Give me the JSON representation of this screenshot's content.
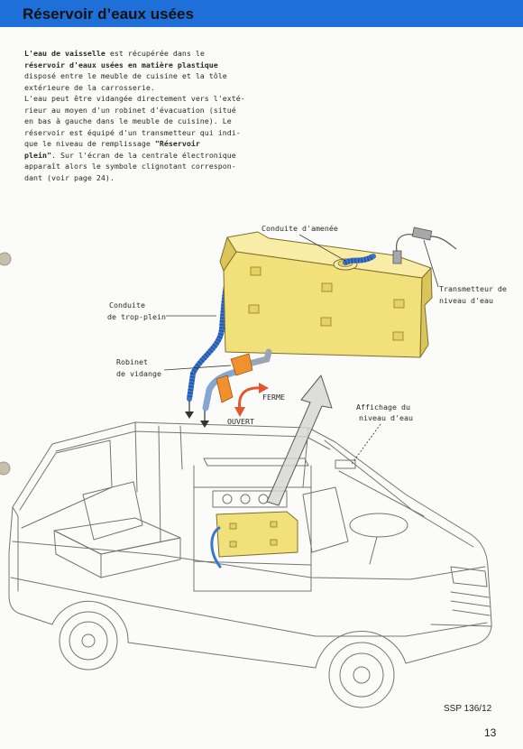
{
  "page": {
    "title": "Réservoir d’eaux usées",
    "reference": "SSP 136/12",
    "page_number": "13"
  },
  "intro": {
    "lines": [
      [
        "L'eau de vaisselle",
        " est récupérée dans le"
      ],
      [
        "réservoir d'eaux usées en matière plastique"
      ],
      [
        "disposé entre le meuble de cuisine et la tôle"
      ],
      [
        "extérieure de la carrosserie."
      ],
      [
        "L'eau peut être vidangée directement vers l'exté-"
      ],
      [
        "rieur au moyen d'un robinet d'évacuation (situé"
      ],
      [
        "en bas à gauche dans le meuble de cuisine). Le"
      ],
      [
        "réservoir est équipé d'un transmetteur qui indi-"
      ],
      [
        "que le niveau de remplissage ",
        "\"Réservoir"
      ],
      [
        "plein\"",
        ". Sur l'écran de la centrale électronique"
      ],
      [
        "apparaît alors le symbole clignotant correspon-"
      ],
      [
        "dant (voir page 24)."
      ]
    ]
  },
  "figure": {
    "labels": {
      "supply_line": "Conduite d'amenée",
      "level_sender": [
        "Transmetteur de",
        "niveau d'eau"
      ],
      "overflow_line": [
        "Conduite",
        "de trop-plein"
      ],
      "drain_valve": [
        "Robinet",
        "de vidange"
      ],
      "closed": "FERME",
      "open": "OUVERT",
      "level_display": [
        "Affichage du",
        "niveau d'eau"
      ]
    },
    "colors": {
      "header": "#1f6fd8",
      "tank": "#f2e07a",
      "tank_top": "#f8eca6",
      "tank_side": "#d9c55a",
      "hose": "#3b74cc",
      "valve": "#f0912e",
      "motion_arrow": "#e4572e",
      "pointer_arrow": "#d6d6d6"
    },
    "icons": [
      "punch-hole-icon",
      "flow-arrow-icon",
      "valve-motion-arrow-icon",
      "pointer-arrow-icon"
    ]
  }
}
